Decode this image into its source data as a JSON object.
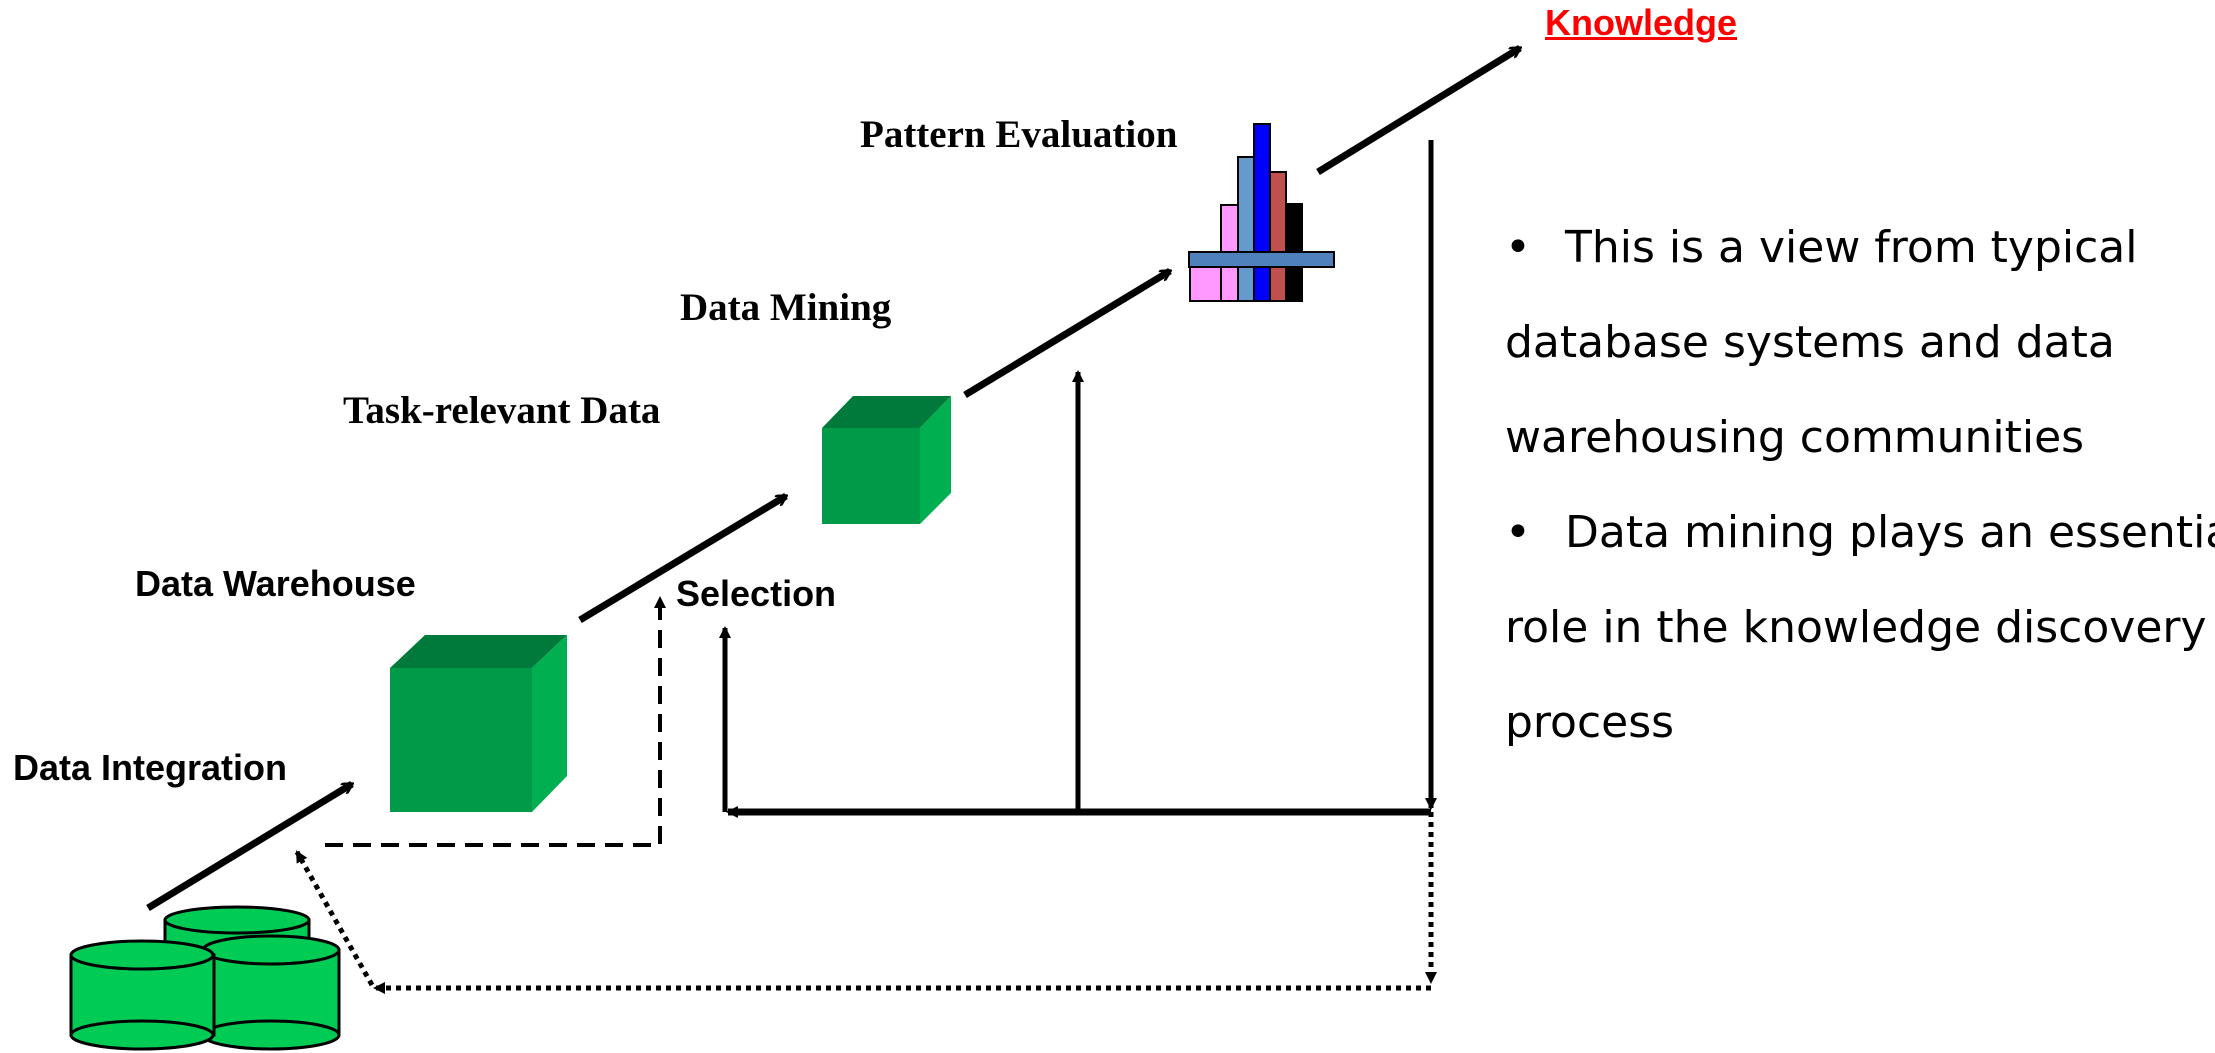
{
  "labels": {
    "knowledge": "Knowledge",
    "pattern_evaluation": "Pattern Evaluation",
    "data_mining": "Data Mining",
    "task_relevant_data": "Task-relevant Data",
    "data_warehouse": "Data Warehouse",
    "selection": "Selection",
    "data_integration": "Data Integration"
  },
  "bullets": [
    {
      "lines": [
        "This is a view from typical",
        "database systems and data",
        "warehousing communities"
      ]
    },
    {
      "lines": [
        "Data mining plays an essential",
        "role in the knowledge discovery",
        "process"
      ]
    }
  ],
  "colors": {
    "knowledge_link": "#ff0000",
    "cube_front": "#009a49",
    "cube_top": "#007a3a",
    "cube_side": "#00b050",
    "database": "#00cc55",
    "bar_pink": "#ff99ff",
    "bar_steel": "#6699cc",
    "bar_blue": "#0000ff",
    "bar_red": "#c0504d",
    "bar_black": "#000000",
    "bar_base": "#4f81bd"
  }
}
